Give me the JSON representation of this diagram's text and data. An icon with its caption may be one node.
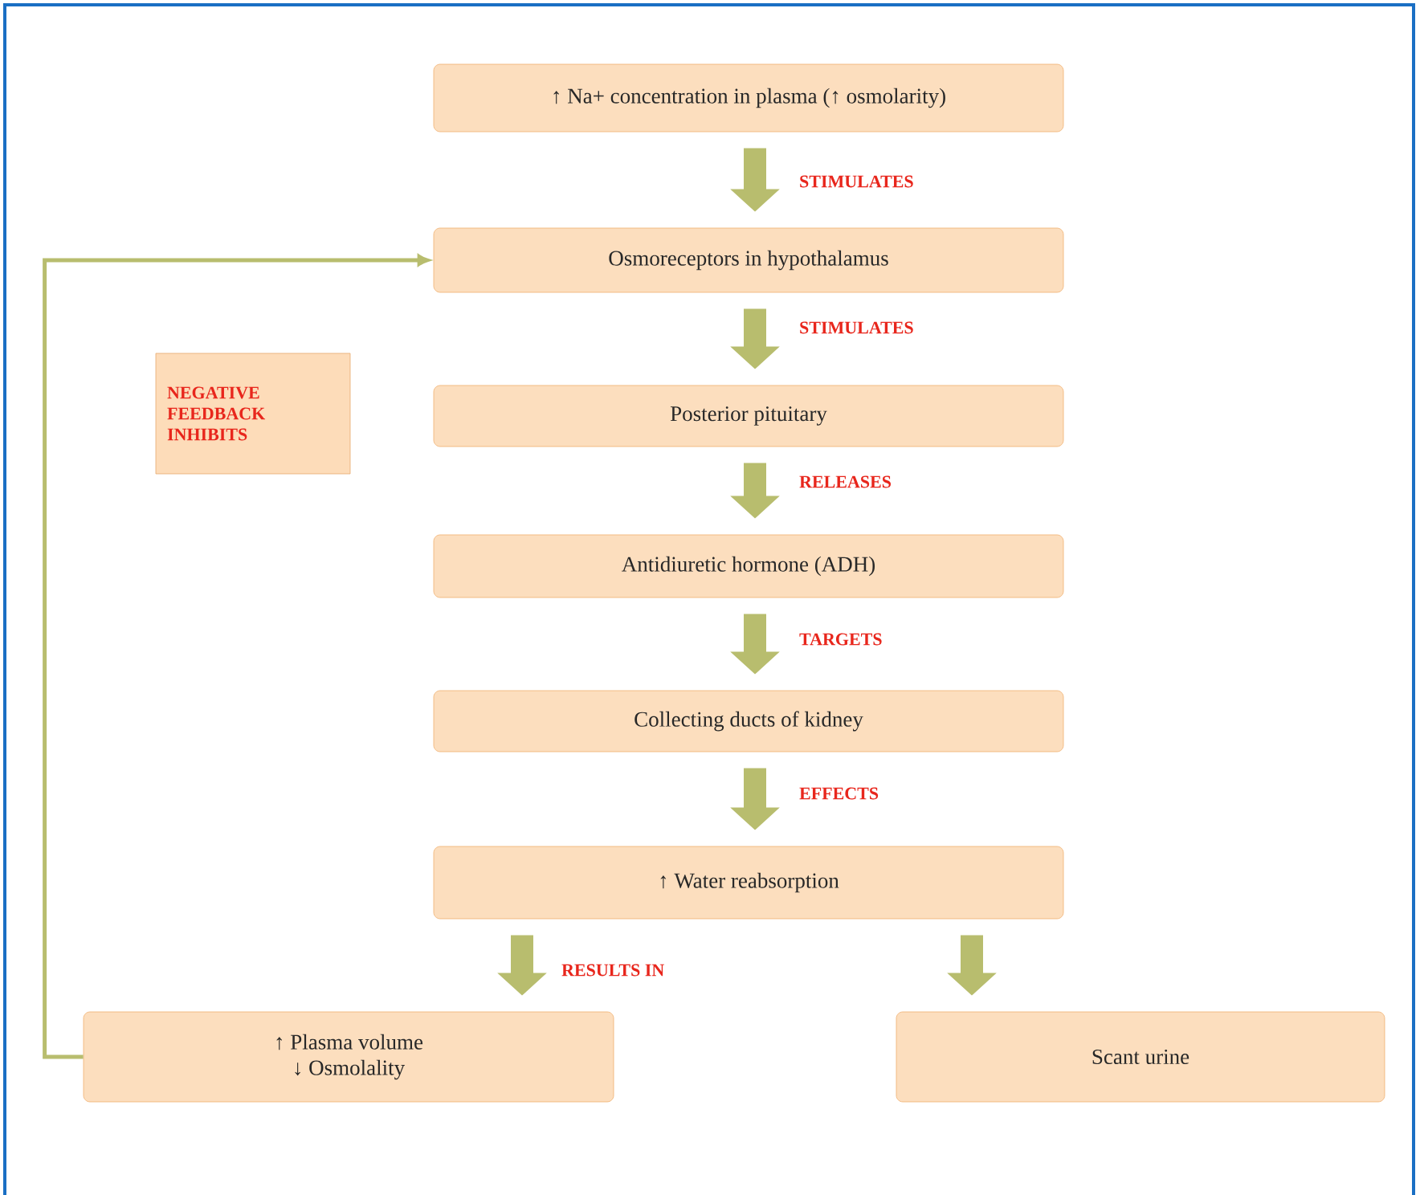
{
  "diagram": {
    "nodes": [
      {
        "text": [
          "↑ Na+ concentration in plasma (↑ osmolarity)"
        ]
      },
      {
        "text": [
          "Osmoreceptors in hypothalamus"
        ]
      },
      {
        "text": [
          "NEGATIVE FEEDBACK INHIBITS"
        ]
      },
      {
        "text": [
          "Posterior pituitary"
        ]
      },
      {
        "text": [
          "Antidiuretic hormone (ADH)"
        ]
      },
      {
        "text": [
          "Collecting ducts of kidney"
        ]
      },
      {
        "text": [
          "↑ Water reabsorption"
        ]
      },
      {
        "text": [
          "↑ Plasma volume",
          "↓ Osmolality"
        ]
      },
      {
        "text": [
          "Scant urine"
        ]
      }
    ],
    "edges": [
      {
        "from": 0,
        "to": 1,
        "arrow": "to",
        "label": "STIMULATES"
      },
      {
        "from": 1,
        "to": 3,
        "arrow": "to",
        "label": "STIMULATES"
      },
      {
        "from": 3,
        "to": 4,
        "arrow": "to",
        "label": "RELEASES"
      },
      {
        "from": 4,
        "to": 5,
        "arrow": "to",
        "label": "TARGETS"
      },
      {
        "from": 5,
        "to": 6,
        "arrow": "to",
        "label": "EFFECTS"
      },
      {
        "from": 6,
        "to": 7,
        "arrow": "to",
        "label": "RESULTS IN"
      },
      {
        "from": 6,
        "to": 8,
        "arrow": "to"
      },
      {
        "from": 7,
        "to": 1,
        "arrow": "to"
      }
    ]
  }
}
